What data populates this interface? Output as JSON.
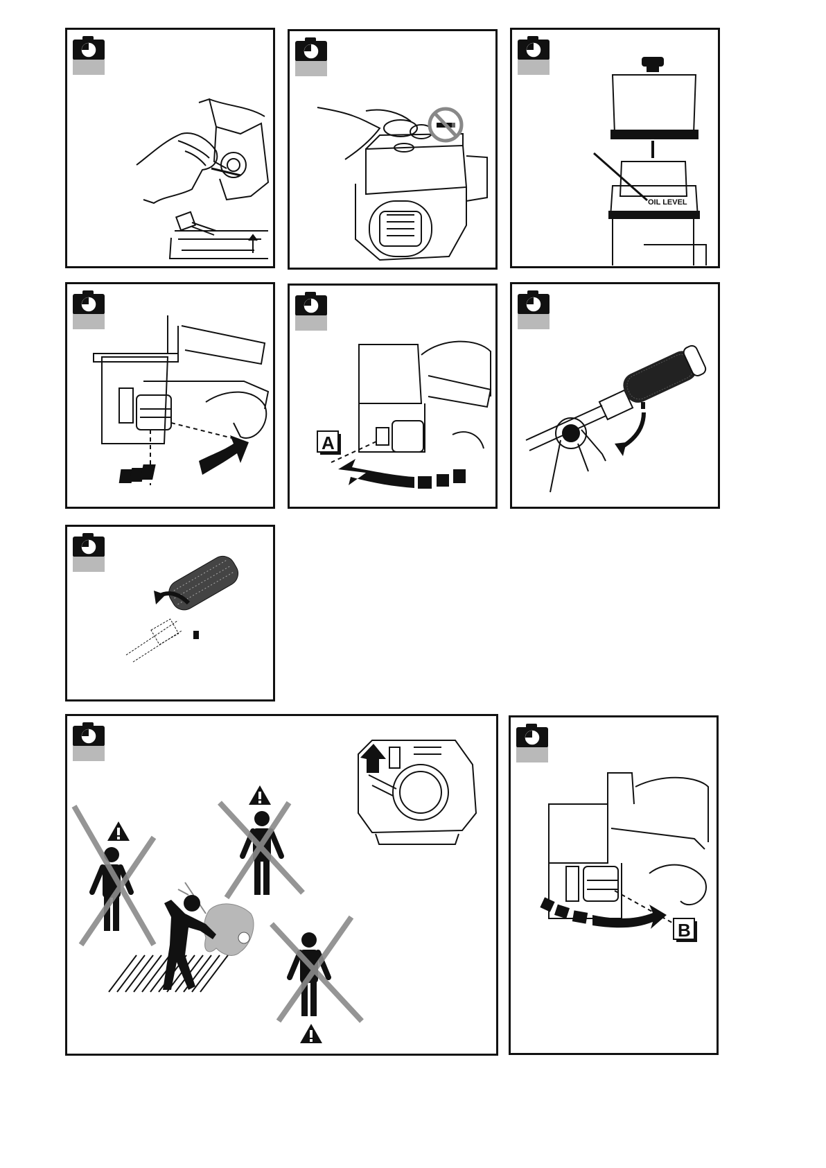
{
  "icons": {
    "panel_icon": "camera-clock-icon",
    "no_smoking": "no-smoking-icon",
    "warning": "warning-triangle-icon",
    "person": "person-icon"
  },
  "labels": {
    "marker_a": "A",
    "marker_b": "B",
    "oil_level": "OIL LEVEL"
  },
  "colors": {
    "line": "#111111",
    "tag": "#b9b9b9",
    "cross": "#8a8a8a",
    "machine": "#b8b8b8"
  }
}
